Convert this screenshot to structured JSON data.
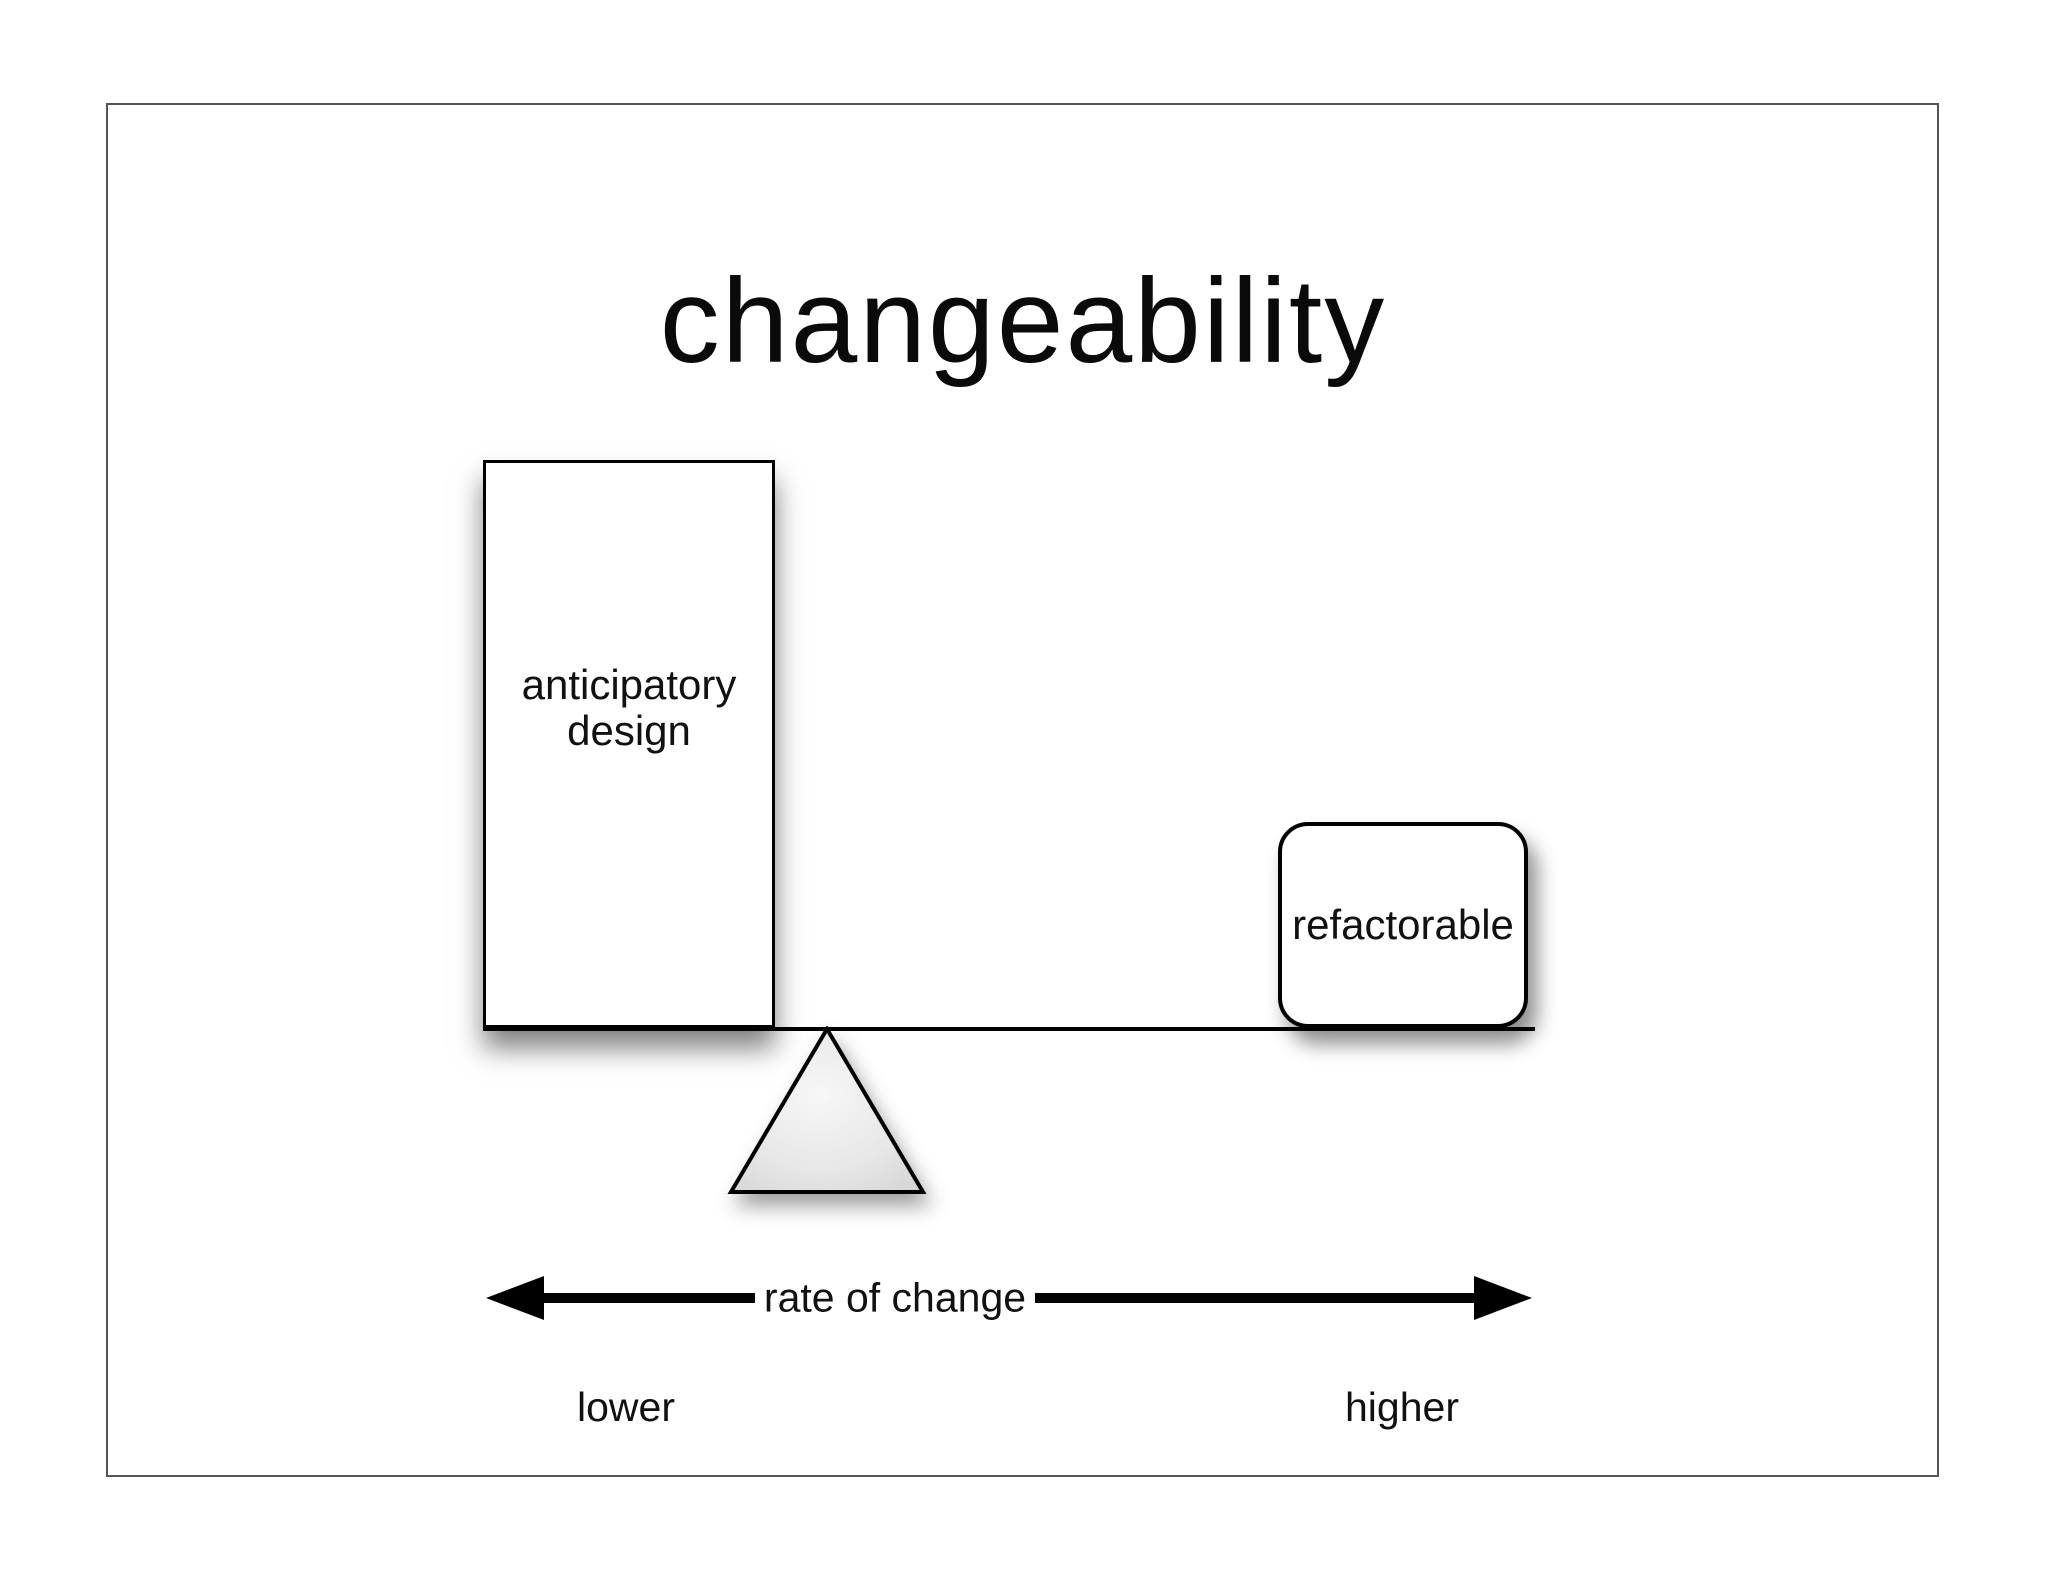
{
  "slide": {
    "title": "changeability"
  },
  "seesaw": {
    "left_weight": {
      "line1": "anticipatory",
      "line2": "design"
    },
    "right_weight": {
      "label": "refactorable"
    }
  },
  "axis": {
    "label": "rate of change",
    "left_end": "lower",
    "right_end": "higher"
  },
  "icons": {
    "fulcrum": "triangle-fulcrum-icon",
    "arrow_left": "left-arrowhead-icon",
    "arrow_right": "right-arrowhead-icon"
  },
  "colors": {
    "ink": "#000000",
    "paper": "#ffffff",
    "frame_border": "#555555",
    "fulcrum_center": "#f6f6f6",
    "fulcrum_edge": "#d8d8d8"
  }
}
